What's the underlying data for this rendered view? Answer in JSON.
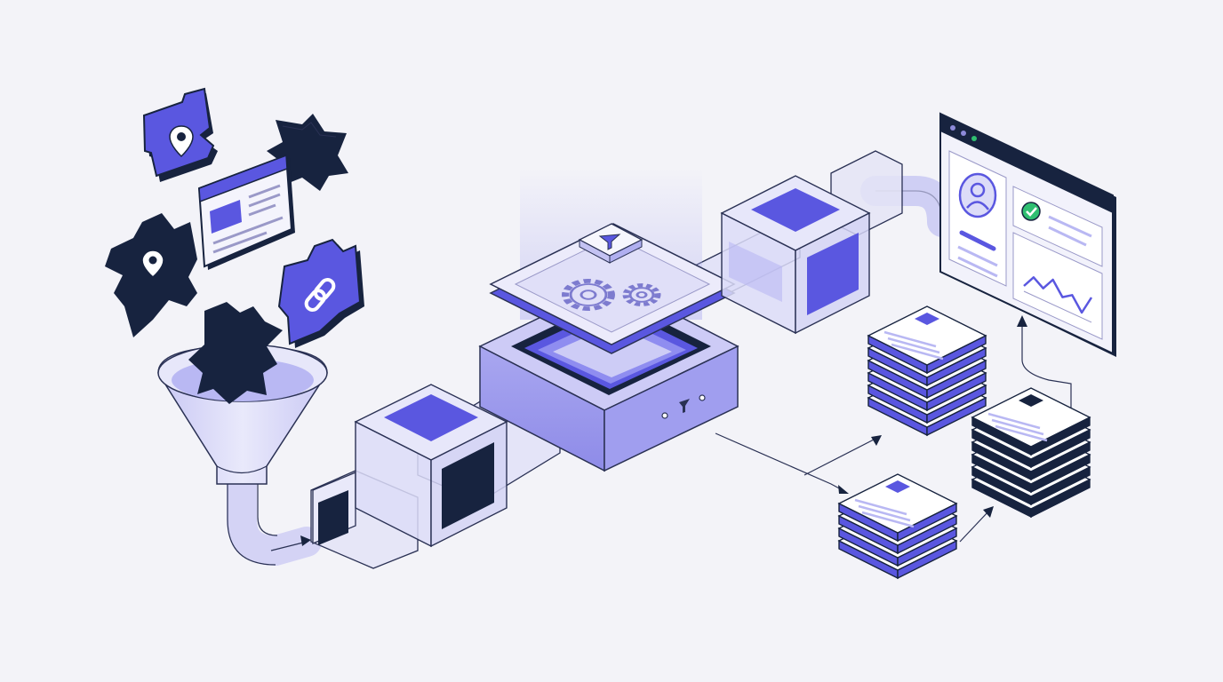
{
  "colors": {
    "background": "#f3f3f8",
    "navy": "#17233f",
    "indigo": "#5a57e0",
    "indigo_light": "#8f8df0",
    "lavender": "#b9b8f3",
    "lavender_pale": "#dcdcf8",
    "glass": "#e4e4f6",
    "outline": "#2a3154",
    "white": "#ffffff",
    "green": "#2fbf71",
    "tab_dot": "#8d8ad9"
  },
  "icons": {
    "inputs": [
      "location-pin-icon",
      "browser-window-icon",
      "chain-link-icon",
      "puzzle-piece-icon"
    ],
    "processor": [
      "filter-icon",
      "gear-icon"
    ],
    "output": [
      "user-avatar-icon",
      "checkmark-icon",
      "line-chart-icon"
    ]
  },
  "chart_data": {
    "type": "line",
    "series": [
      {
        "values": [
          2,
          4,
          3,
          5,
          3,
          4,
          2,
          5
        ]
      }
    ]
  }
}
